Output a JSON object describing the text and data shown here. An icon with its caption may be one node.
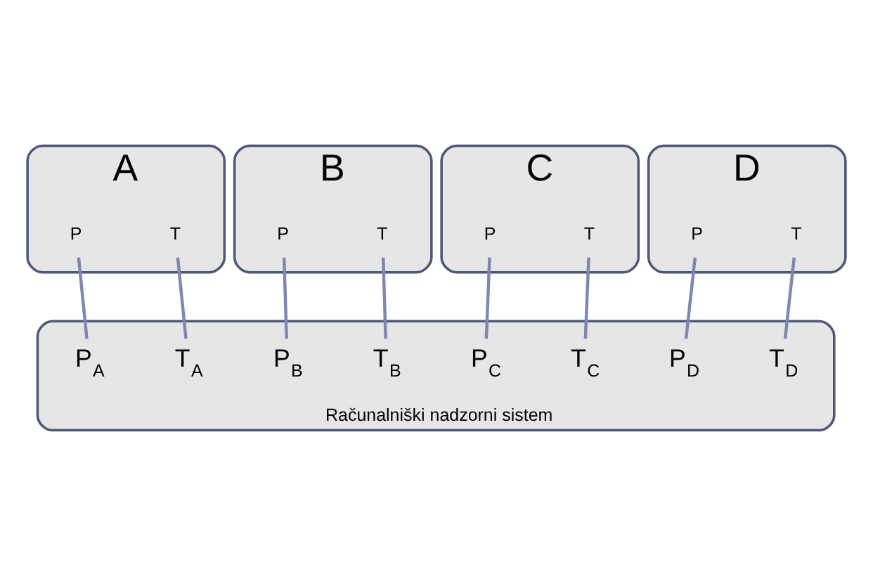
{
  "diagram": {
    "nodes": [
      {
        "text": [
          "A"
        ]
      },
      {
        "text": [
          "T"
        ],
        "in": 0
      },
      {
        "text": [
          "P"
        ],
        "in": 0
      },
      {
        "text": [
          "B"
        ]
      },
      {
        "text": [
          "T"
        ],
        "in": 3
      },
      {
        "text": [
          "P"
        ],
        "in": 3
      },
      {
        "text": [
          "C"
        ]
      },
      {
        "text": [
          "T"
        ],
        "in": 6
      },
      {
        "text": [
          "P"
        ],
        "in": 6
      },
      {
        "text": [
          "D"
        ]
      },
      {
        "text": [
          "T"
        ],
        "in": 9
      },
      {
        "text": [
          "P"
        ],
        "in": 9
      },
      {
        "text": [
          "Računalniški nadzorni sistem"
        ]
      },
      {
        "text": [
          "T$_{A}$"
        ],
        "in": 12
      },
      {
        "text": [
          "P$_{A}$"
        ],
        "in": 12
      },
      {
        "text": [
          "T$_{B}$"
        ],
        "in": 12
      },
      {
        "text": [
          "P$_{B}$"
        ],
        "in": 12
      },
      {
        "text": [
          "T$_{C}$"
        ],
        "in": 12
      },
      {
        "text": [
          "P$_{C}$"
        ],
        "in": 12
      },
      {
        "text": [
          "T$_{D}$"
        ],
        "in": 12
      },
      {
        "text": [
          "P$_{D}$"
        ],
        "in": 12
      }
    ],
    "edges": [
      {
        "from": 1,
        "to": 13,
        "arrow": "none"
      },
      {
        "from": 2,
        "to": 14,
        "arrow": "none"
      },
      {
        "from": 4,
        "to": 15,
        "arrow": "none"
      },
      {
        "from": 5,
        "to": 16,
        "arrow": "none"
      },
      {
        "from": 7,
        "to": 17,
        "arrow": "none"
      },
      {
        "from": 8,
        "to": 18,
        "arrow": "none"
      },
      {
        "from": 10,
        "to": 19,
        "arrow": "none"
      },
      {
        "from": 11,
        "to": 20,
        "arrow": "none"
      }
    ]
  }
}
